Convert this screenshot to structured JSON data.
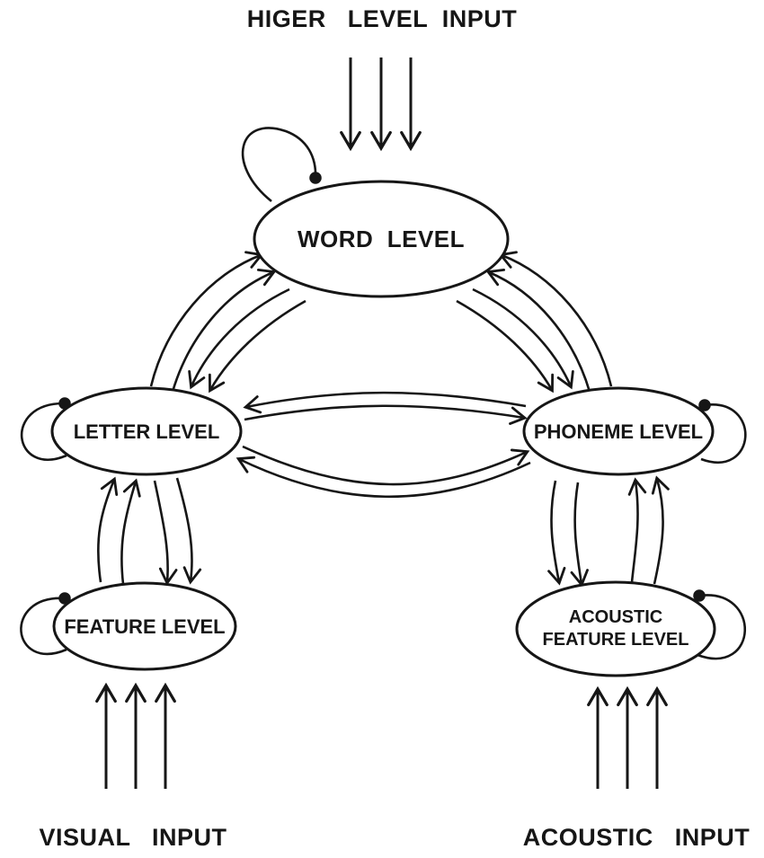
{
  "labels": {
    "top_input": "HIGER   LEVEL  INPUT",
    "bottom_left_input": "VISUAL   INPUT",
    "bottom_right_input": "ACOUSTIC   INPUT"
  },
  "nodes": {
    "word": {
      "label": "WORD  LEVEL"
    },
    "letter": {
      "label": "LETTER LEVEL"
    },
    "phoneme": {
      "label": "PHONEME LEVEL"
    },
    "feature": {
      "label": "FEATURE LEVEL"
    },
    "acoustic_feature": {
      "label_line1": "ACOUSTIC",
      "label_line2": "FEATURE LEVEL"
    }
  },
  "colors": {
    "ink": "#161616",
    "background": "#ffffff"
  },
  "edges": [
    {
      "from": "higher-level-input",
      "to": "word-level",
      "type": "input",
      "arrow_count": 3
    },
    {
      "from": "visual-input",
      "to": "feature-level",
      "type": "input",
      "arrow_count": 3
    },
    {
      "from": "acoustic-input",
      "to": "acoustic-feature-level",
      "type": "input",
      "arrow_count": 3
    },
    {
      "from": "word-level",
      "to": "word-level",
      "type": "self-loop-dot"
    },
    {
      "from": "letter-level",
      "to": "letter-level",
      "type": "self-loop-dot"
    },
    {
      "from": "phoneme-level",
      "to": "phoneme-level",
      "type": "self-loop-dot"
    },
    {
      "from": "feature-level",
      "to": "feature-level",
      "type": "self-loop-dot"
    },
    {
      "from": "acoustic-feature-level",
      "to": "acoustic-feature-level",
      "type": "self-loop-dot"
    },
    {
      "from": "word-level",
      "to": "letter-level",
      "type": "bidirectional"
    },
    {
      "from": "word-level",
      "to": "phoneme-level",
      "type": "bidirectional"
    },
    {
      "from": "letter-level",
      "to": "phoneme-level",
      "type": "bidirectional"
    },
    {
      "from": "letter-level",
      "to": "feature-level",
      "type": "bidirectional"
    },
    {
      "from": "phoneme-level",
      "to": "acoustic-feature-level",
      "type": "bidirectional"
    }
  ]
}
